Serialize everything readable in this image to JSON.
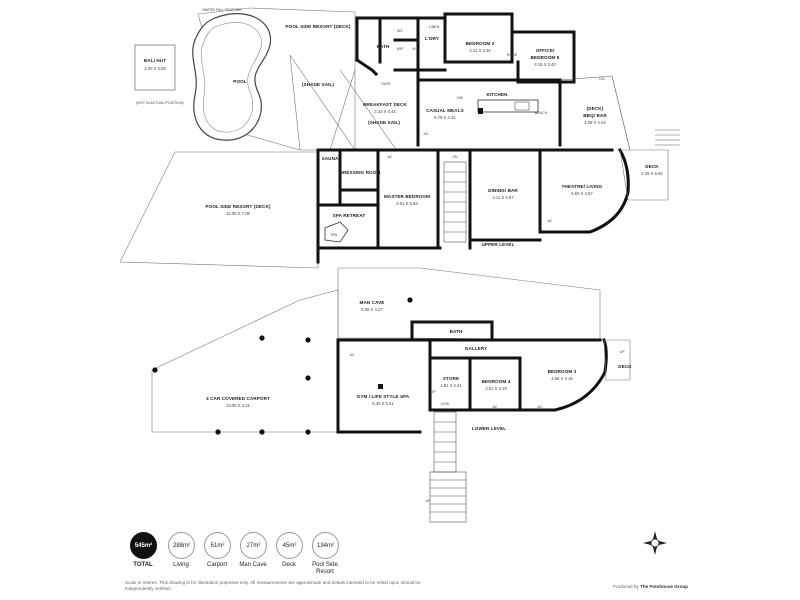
{
  "rooms": {
    "waterfall": "WATER FALL FEATURE",
    "pool_side_resort_deck_top": "POOL SIDE RESORT (DECK)",
    "bali_hut": "BALI HUT",
    "bali_hut_dim": "3.30 X 3.08",
    "not_actual_position": "(NOT IN ACTUAL POSITION)",
    "pool": "POOL",
    "shade_sail_1": "(SHADE SAIL)",
    "shade_sail_2": "(SHADE SAIL)",
    "bath": "BATH",
    "wc": "WC",
    "wip": "WIP",
    "w": "W",
    "ldry": "L'DRY",
    "linen": "LINEN",
    "bedroom2": "BEDROOM 2",
    "bedroom2_dim": "3.41 X 3.40",
    "robe": "ROBE",
    "office": "OFFICE/",
    "bedroom5": "BEDROOM 5",
    "bedroom5_dim": "3.18 X 3.40",
    "gate": "GATE",
    "breakfast_deck": "BREAKFAST DECK",
    "breakfast_deck_dim": "3.33 X 4.44",
    "casual_meals": "CASUAL MEALS",
    "casual_meals_dim": "6.79 X 4.44",
    "kitchen": "KITCHEN",
    "dw": "DW",
    "bench": "BENCH",
    "deck_bbq": "(DECK)",
    "bbq_bar": "BBQ/ BAR",
    "bbq_bar_dim": "4.08 X 4.44",
    "dn_top": "DN",
    "pool_side_resort_deck": "POOL SIDE RESORT (DECK)",
    "pool_side_resort_dim": "12.00 X 7.08",
    "sauna": "SAUNA",
    "dressing_room": "DRESSING ROOM",
    "spa_retreat": "SPA RETREAT",
    "spa": "SPA",
    "master_bedroom": "MASTER BEDROOM",
    "master_bedroom_dim": "3.61 X 5.94",
    "dn_mid": "DN",
    "dining_bar": "DINING/ BAR",
    "dining_bar_dim": "4.11 X 4.87",
    "theatre_living": "THEATRE/ LIVING",
    "theatre_living_dim": "5.50 X 4.87",
    "deck_right": "DECK",
    "deck_right_dim": "2.39 X 5.94",
    "upper_level": "UPPER LEVEL",
    "ac": "AC",
    "man_cave": "MAN CAVE",
    "man_cave_dim": "5.08 X 4.27",
    "bath_lower": "BATH",
    "gallery": "GALLERY",
    "bedroom3": "BEDROOM 3",
    "bedroom3_dim": "4.66 X 4.16",
    "deck_lower": "DECK",
    "up_lower": "UP",
    "carport": "4 CAR COVERED CARPORT",
    "carport_dim": "13.00 X 4.21",
    "gym": "GYM / LIFE STYLE SPA",
    "gym_dim": "5.33 X 5.51",
    "store": "STORE",
    "store_dim": "1.81 X 2.41",
    "bedroom4": "BEDROOM 4",
    "bedroom4_dim": "3.61 X 3.19",
    "void": "VOID",
    "up_stair": "UP",
    "lower_level": "LOWER LEVEL",
    "up_bottom": "UP"
  },
  "legend": [
    {
      "value": "545m²",
      "caption": "TOTAL",
      "total": true
    },
    {
      "value": "288m²",
      "caption": "Living",
      "total": false
    },
    {
      "value": "51m²",
      "caption": "Carport",
      "total": false
    },
    {
      "value": "27m²",
      "caption": "Man Cave",
      "total": false
    },
    {
      "value": "45m²",
      "caption": "Deck",
      "total": false
    },
    {
      "value": "134m²",
      "caption": "Pool Side Resort",
      "total": false
    }
  ],
  "disclaimer": "Scale in metres. This drawing is for illustration purposes only. All measurements are approximate and details intended to be relied upon should be independently verified.",
  "producer_prefix": "Produced by",
  "producer_name": "The Fotohouse Group",
  "icons": {
    "compass": "compass-rose-icon"
  }
}
